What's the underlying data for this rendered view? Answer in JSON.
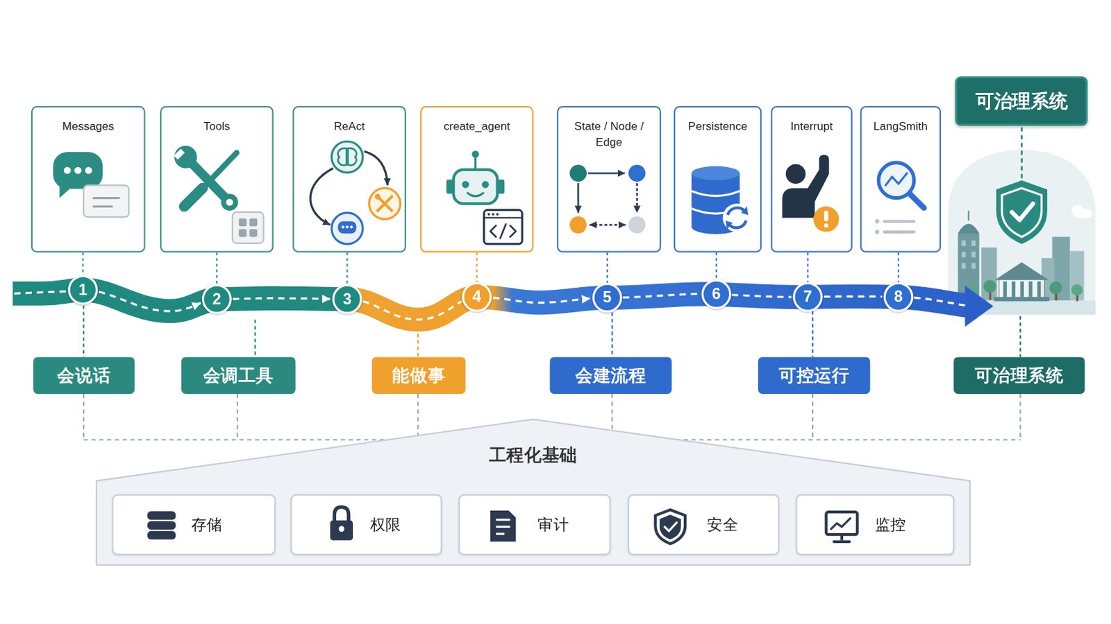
{
  "diagram": {
    "nodes": [
      {
        "text": [
          "Messages"
        ]
      },
      {
        "text": [
          "Tools"
        ]
      },
      {
        "text": [
          "ReAct"
        ]
      },
      {
        "text": [
          "create_agent"
        ]
      },
      {
        "text": [
          "State / Node / Edge"
        ]
      },
      {
        "text": [
          "Persistence"
        ]
      },
      {
        "text": [
          "Interrupt"
        ]
      },
      {
        "text": [
          "LangSmith"
        ]
      },
      {
        "text": [
          "可治理系统"
        ]
      },
      {
        "text": [
          "1"
        ]
      },
      {
        "text": [
          "2"
        ]
      },
      {
        "text": [
          "3"
        ]
      },
      {
        "text": [
          "4"
        ]
      },
      {
        "text": [
          "5"
        ]
      },
      {
        "text": [
          "6"
        ]
      },
      {
        "text": [
          "7"
        ]
      },
      {
        "text": [
          "8"
        ]
      },
      {
        "text": [
          "会说话"
        ]
      },
      {
        "text": [
          "会调工具"
        ]
      },
      {
        "text": [
          "能做事"
        ]
      },
      {
        "text": [
          "会建流程"
        ]
      },
      {
        "text": [
          "可控运行"
        ]
      },
      {
        "text": [
          "可治理系统"
        ]
      },
      {
        "text": [
          "工程化基础"
        ]
      },
      {
        "text": [
          "存储"
        ],
        "in": 23
      },
      {
        "text": [
          "权限"
        ],
        "in": 23
      },
      {
        "text": [
          "审计"
        ],
        "in": 23
      },
      {
        "text": [
          "安全"
        ],
        "in": 23
      },
      {
        "text": [
          "监控"
        ],
        "in": 23
      }
    ],
    "edges": [
      {
        "from": 0,
        "to": 9,
        "arrow": "none"
      },
      {
        "from": 1,
        "to": 10,
        "arrow": "none"
      },
      {
        "from": 2,
        "to": 11,
        "arrow": "none"
      },
      {
        "from": 3,
        "to": 12,
        "arrow": "none"
      },
      {
        "from": 4,
        "to": 13,
        "arrow": "none"
      },
      {
        "from": 5,
        "to": 14,
        "arrow": "none"
      },
      {
        "from": 6,
        "to": 15,
        "arrow": "none"
      },
      {
        "from": 7,
        "to": 16,
        "arrow": "none"
      },
      {
        "from": 9,
        "to": 10,
        "arrow": "to"
      },
      {
        "from": 10,
        "to": 11,
        "arrow": "to"
      },
      {
        "from": 11,
        "to": 12,
        "arrow": "none"
      },
      {
        "from": 12,
        "to": 13,
        "arrow": "to"
      },
      {
        "from": 13,
        "to": 14,
        "arrow": "none"
      },
      {
        "from": 14,
        "to": 15,
        "arrow": "none"
      },
      {
        "from": 15,
        "to": 16,
        "arrow": "none"
      }
    ]
  }
}
